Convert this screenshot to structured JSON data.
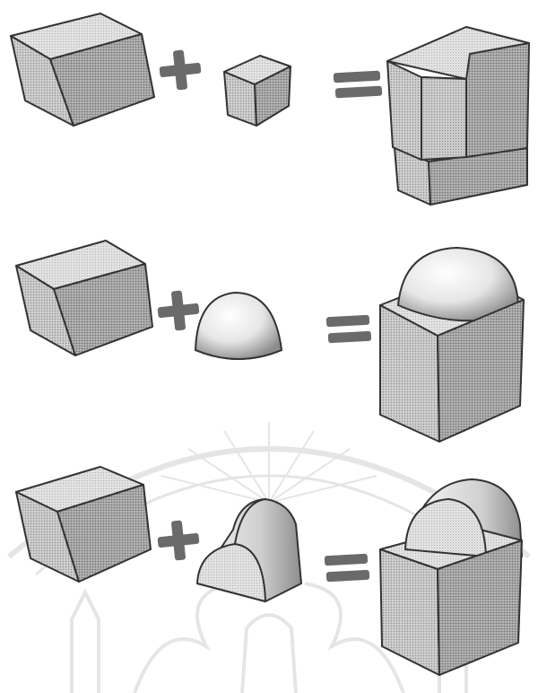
{
  "diagram": {
    "rows": [
      {
        "operand_a": "cube",
        "operator": "+",
        "operand_b": "small-cube",
        "equals": "=",
        "result": "cube-with-corner-cube-combined"
      },
      {
        "operand_a": "cube",
        "operator": "+",
        "operand_b": "hemisphere",
        "equals": "=",
        "result": "cube-topped-with-hemisphere"
      },
      {
        "operand_a": "cube",
        "operator": "+",
        "operand_b": "half-cylinder-vault",
        "equals": "=",
        "result": "cube-topped-with-half-cylinder-vault"
      }
    ]
  },
  "watermark": {
    "description_icon": "university-seal-watermark",
    "color": "#d6d6d6"
  },
  "colors": {
    "ink": "#333333",
    "face_light": "#d8d8d8",
    "face_mid": "#b8b8b8",
    "face_dark": "#9c9c9c",
    "operator": "#6a6a6a"
  }
}
